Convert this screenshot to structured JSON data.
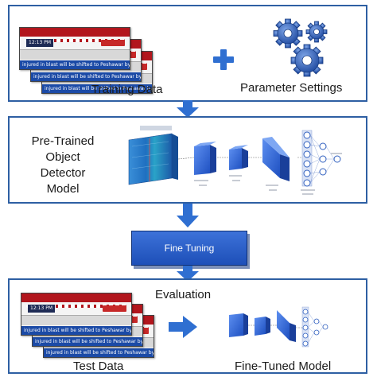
{
  "labels": {
    "training_data": "Training Data",
    "parameter_settings": "Parameter Settings",
    "pretrained_line1": "Pre-Trained",
    "pretrained_line2": "Object",
    "pretrained_line3": "Detector",
    "pretrained_line4": "Model",
    "fine_tuning": "Fine Tuning",
    "evaluation": "Evaluation",
    "test_data": "Test Data",
    "fine_tuned_model": "Fine-Tuned Model"
  },
  "news_frames": {
    "time": "12:13 PM",
    "ticker": "injured in blast will be shifted to Peshawar by H"
  },
  "colors": {
    "panel_border": "#2e5fa3",
    "arrow": "#2f6fd1",
    "fine_tuning_fill": "#2a5fc9",
    "news_header": "#b2161d",
    "news_ticker": "#1b4aa6",
    "gear": "#2f5fbf"
  },
  "icons": [
    "plus-icon",
    "gear-icon",
    "arrow-down-icon",
    "arrow-right-icon"
  ]
}
